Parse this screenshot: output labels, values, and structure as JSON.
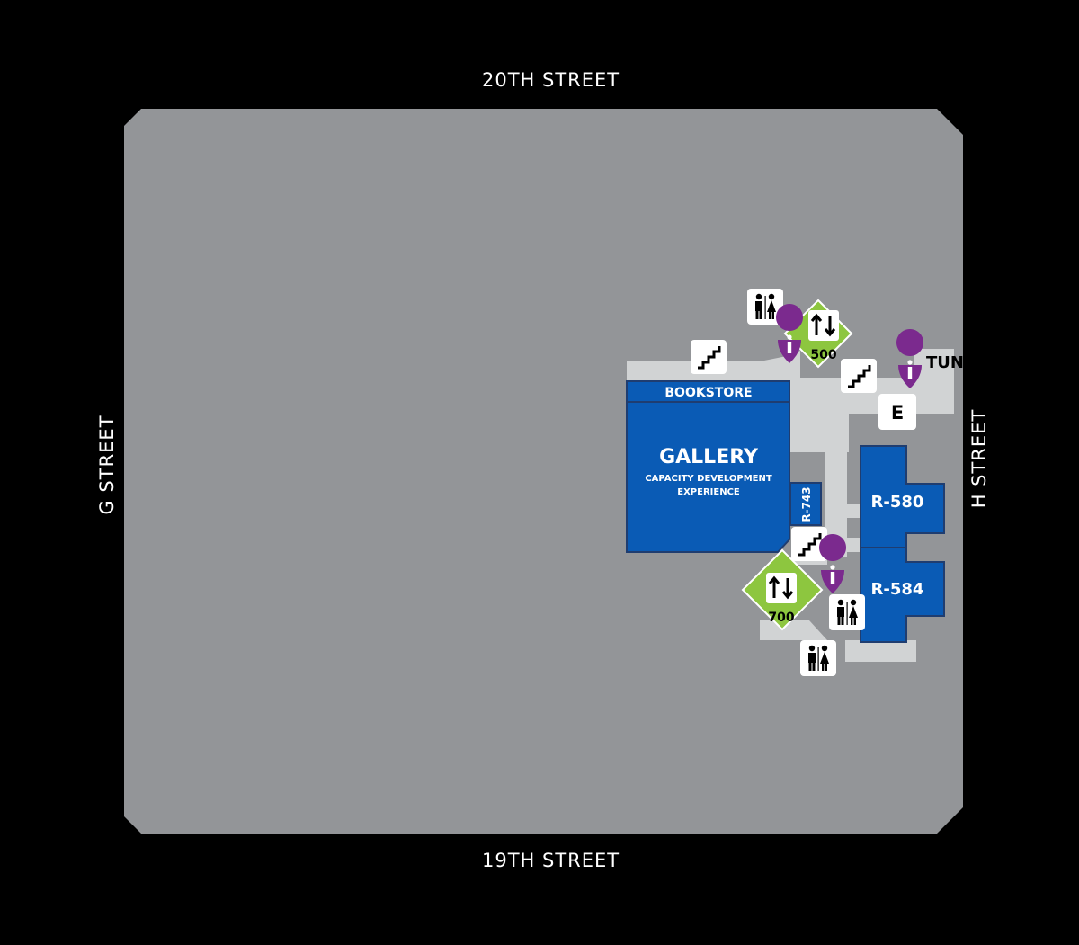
{
  "streets": {
    "north": "20TH STREET",
    "south": "19TH STREET",
    "west": "G STREET",
    "east": "H STREET"
  },
  "rooms": {
    "bookstore": "BOOKSTORE",
    "gallery_title": "GALLERY",
    "gallery_sub1": "CAPACITY DEVELOPMENT",
    "gallery_sub2": "EXPERIENCE",
    "r743": "R-743",
    "r580": "R-580",
    "r584": "R-584",
    "tunnel": "TUNN",
    "e": "E"
  },
  "elevators": {
    "e500": "500",
    "e700": "700"
  },
  "icons": [
    "restroom-icon",
    "elevator-icon",
    "stairs-icon",
    "info-icon"
  ],
  "colors": {
    "background": "#000000",
    "building": "#939598",
    "corridor": "#d1d3d4",
    "room": "#0a5bb5",
    "elevator": "#8dc63f",
    "info": "#7b2a8e"
  }
}
